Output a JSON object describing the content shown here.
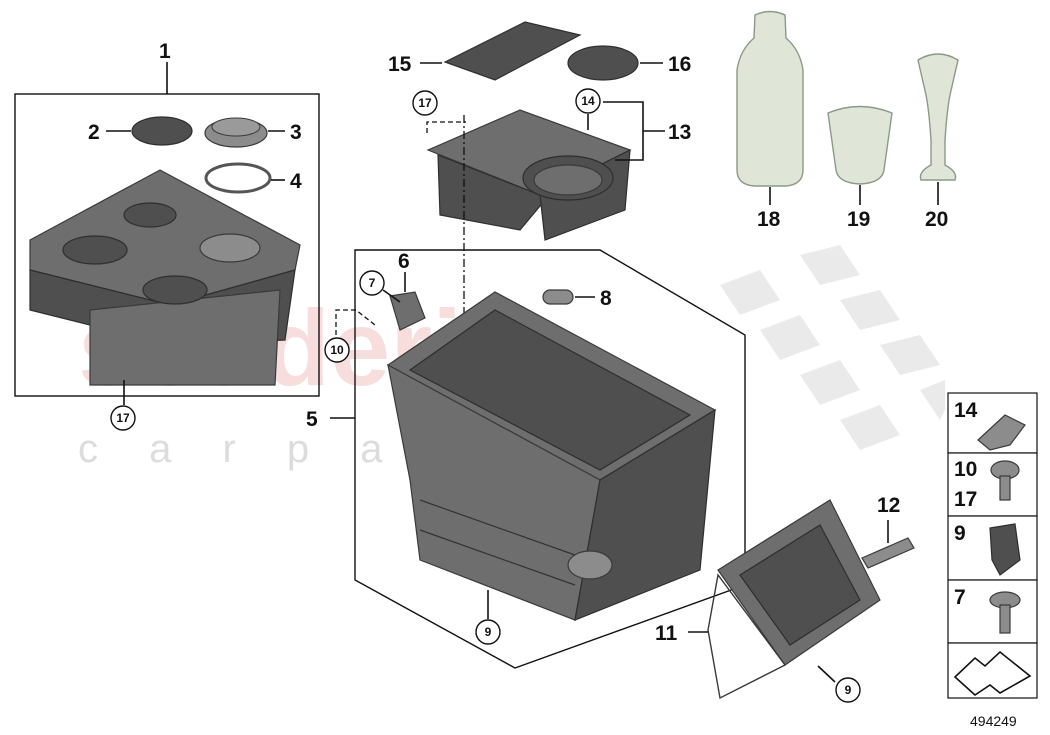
{
  "watermark": {
    "brand": "scuderia",
    "sub": "c a r p a r t s"
  },
  "callouts": {
    "c1": "1",
    "c2": "2",
    "c3": "3",
    "c4": "4",
    "c5": "5",
    "c6": "6",
    "c8": "8",
    "c11": "11",
    "c12": "12",
    "c13": "13",
    "c15": "15",
    "c16": "16",
    "c18": "18",
    "c19": "19",
    "c20": "20"
  },
  "circled": {
    "r17a": "17",
    "r17b": "17",
    "r14": "14",
    "r7": "7",
    "r10": "10",
    "r9a": "9",
    "r9b": "9"
  },
  "legend": [
    {
      "label": "14"
    },
    {
      "label": "10",
      "label2": "17"
    },
    {
      "label": "9"
    },
    {
      "label": "7"
    }
  ],
  "diagram_id": "494249",
  "icons": {
    "legend_clip": "clip-icon",
    "legend_screw": "screw-icon",
    "legend_nut": "spring-nut-icon",
    "legend_bolt": "bolt-icon",
    "direction": "arrow-icon"
  }
}
